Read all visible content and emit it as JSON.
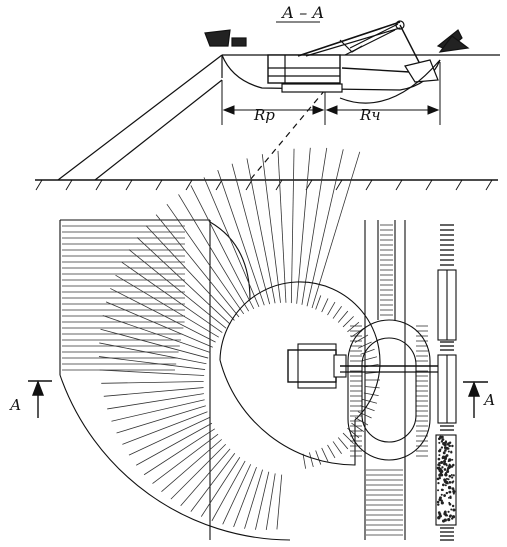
{
  "section_label": "А – А",
  "radius_left_label": "Rр",
  "radius_right_label": "Rч",
  "cut_marker_left": "А",
  "cut_marker_right": "А",
  "colors": {
    "line": "#111111",
    "hatch": "#333333",
    "paper": "#ffffff"
  }
}
